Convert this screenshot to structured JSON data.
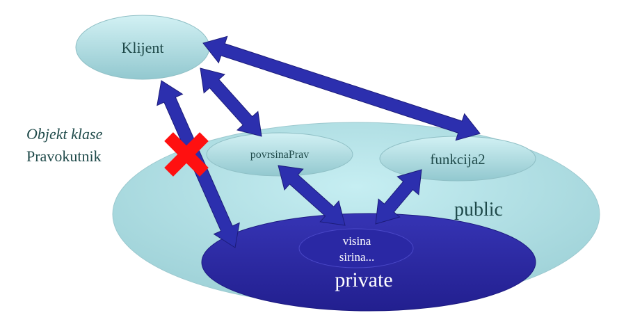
{
  "object_label": {
    "line1": "Objekt klase",
    "line2": "Pravokutnik"
  },
  "nodes": {
    "client": "Klijent",
    "method1": "povrsinaPrav",
    "method2": "funkcija2",
    "public": "public",
    "private": "private",
    "fields_line1": "visina",
    "fields_line2": "sirina..."
  },
  "colors": {
    "arrow": "#2c2fae",
    "private": "#2a279e",
    "public": "#b9e6ea",
    "node": "#b4dde2",
    "denied": "#ff1010",
    "text": "#1f4a4a"
  }
}
